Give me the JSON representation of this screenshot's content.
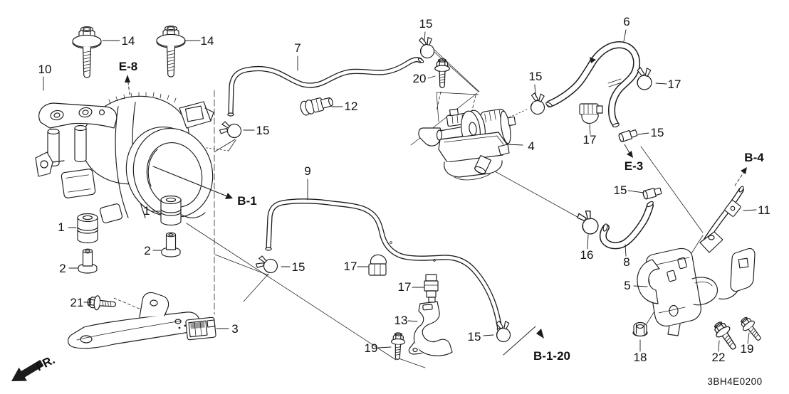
{
  "page": {
    "background": "#ffffff",
    "ink": "#1c1c1c"
  },
  "drawing_code": "3BH4E0200",
  "fr_indicator": "FR.",
  "callouts": [
    {
      "t": "14"
    },
    {
      "t": "14"
    },
    {
      "t": "10"
    },
    {
      "t": "E-8"
    },
    {
      "t": "7"
    },
    {
      "t": "15"
    },
    {
      "t": "20"
    },
    {
      "t": "12"
    },
    {
      "t": "15"
    },
    {
      "t": "6"
    },
    {
      "t": "15"
    },
    {
      "t": "17"
    },
    {
      "t": "4"
    },
    {
      "t": "17"
    },
    {
      "t": "15"
    },
    {
      "t": "E-3"
    },
    {
      "t": "B-4"
    },
    {
      "t": "15"
    },
    {
      "t": "11"
    },
    {
      "t": "16"
    },
    {
      "t": "8"
    },
    {
      "t": "B-1"
    },
    {
      "t": "9"
    },
    {
      "t": "1"
    },
    {
      "t": "1"
    },
    {
      "t": "2"
    },
    {
      "t": "2"
    },
    {
      "t": "5"
    },
    {
      "t": "15"
    },
    {
      "t": "17"
    },
    {
      "t": "17"
    },
    {
      "t": "21"
    },
    {
      "t": "3"
    },
    {
      "t": "13"
    },
    {
      "t": "19"
    },
    {
      "t": "15"
    },
    {
      "t": "B-1-20"
    },
    {
      "t": "18"
    },
    {
      "t": "22"
    },
    {
      "t": "19"
    }
  ]
}
